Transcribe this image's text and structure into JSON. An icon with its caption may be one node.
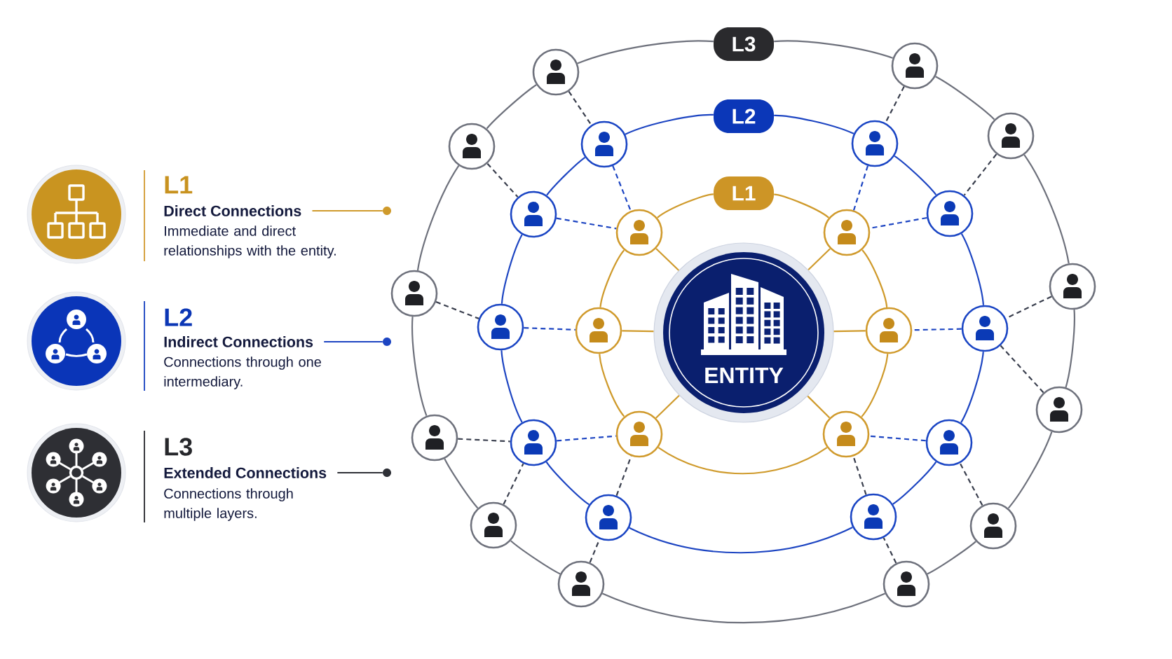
{
  "diagram": {
    "nodes": [
      {
        "text": [
          "L1",
          "Direct Connections",
          "Immediate and direct relationships with the entity."
        ]
      },
      {
        "text": [
          "L2",
          "Indirect Connections",
          "Connections through one intermediary."
        ]
      },
      {
        "text": [
          "L3",
          "Extended Connections",
          "Connections through multiple layers."
        ]
      },
      {
        "text": [],
        "shape": "circle"
      },
      {
        "text": [],
        "shape": "circle"
      },
      {
        "text": [],
        "shape": "circle"
      },
      {
        "text": [
          "ENTITY"
        ]
      },
      {
        "text": [
          "L1"
        ]
      },
      {
        "text": [],
        "shape": "person"
      },
      {
        "text": [],
        "shape": "person"
      },
      {
        "text": [],
        "shape": "person"
      },
      {
        "text": [],
        "shape": "person"
      },
      {
        "text": [],
        "shape": "person"
      },
      {
        "text": [],
        "shape": "person"
      },
      {
        "text": [
          "L2"
        ]
      },
      {
        "text": [],
        "shape": "person"
      },
      {
        "text": [],
        "shape": "person"
      },
      {
        "text": [],
        "shape": "person"
      },
      {
        "text": [],
        "shape": "person"
      },
      {
        "text": [],
        "shape": "person"
      },
      {
        "text": [],
        "shape": "person"
      },
      {
        "text": [],
        "shape": "person"
      },
      {
        "text": [],
        "shape": "person"
      },
      {
        "text": [],
        "shape": "person"
      },
      {
        "text": [],
        "shape": "person"
      },
      {
        "text": [
          "L3"
        ]
      },
      {
        "text": [],
        "shape": "person"
      },
      {
        "text": [],
        "shape": "person"
      },
      {
        "text": [],
        "shape": "person"
      },
      {
        "text": [],
        "shape": "person"
      },
      {
        "text": [],
        "shape": "person"
      },
      {
        "text": [],
        "shape": "person"
      },
      {
        "text": [],
        "shape": "person"
      },
      {
        "text": [],
        "shape": "person"
      },
      {
        "text": [],
        "shape": "person"
      },
      {
        "text": [],
        "shape": "person"
      },
      {
        "text": [],
        "shape": "person"
      },
      {
        "text": [],
        "shape": "person"
      }
    ],
    "edges": [
      {
        "from": 0,
        "to": 3,
        "arrow": "none",
        "color": "#cf9a2b"
      },
      {
        "from": 1,
        "to": 4,
        "arrow": "none"
      },
      {
        "from": 2,
        "to": 5,
        "arrow": "none",
        "color": "#2e3036"
      },
      {
        "from": 6,
        "to": 8,
        "arrow": "none",
        "color": "#cf9a2b"
      },
      {
        "from": 6,
        "to": 9,
        "arrow": "none",
        "color": "#cf9a2b"
      },
      {
        "from": 6,
        "to": 10,
        "arrow": "none",
        "color": "#cf9a2b"
      },
      {
        "from": 6,
        "to": 11,
        "arrow": "none",
        "color": "#cf9a2b"
      },
      {
        "from": 6,
        "to": 12,
        "arrow": "none",
        "color": "#cf9a2b"
      },
      {
        "from": 6,
        "to": 13,
        "arrow": "none",
        "color": "#cf9a2b"
      },
      {
        "from": 7,
        "to": 9,
        "arrow": "none",
        "color": "#cf9a2b"
      },
      {
        "from": 9,
        "to": 11,
        "arrow": "none",
        "color": "#cf9a2b"
      },
      {
        "from": 11,
        "to": 13,
        "arrow": "none",
        "color": "#cf9a2b"
      },
      {
        "from": 13,
        "to": 12,
        "arrow": "none",
        "color": "#cf9a2b"
      },
      {
        "from": 12,
        "to": 10,
        "arrow": "none",
        "color": "#cf9a2b"
      },
      {
        "from": 10,
        "to": 8,
        "arrow": "none",
        "color": "#cf9a2b"
      },
      {
        "from": 8,
        "to": 7,
        "arrow": "none",
        "color": "#cf9a2b"
      },
      {
        "from": 14,
        "to": 16,
        "arrow": "none"
      },
      {
        "from": 16,
        "to": 18,
        "arrow": "none"
      },
      {
        "from": 18,
        "to": 20,
        "arrow": "none"
      },
      {
        "from": 20,
        "to": 22,
        "arrow": "none"
      },
      {
        "from": 22,
        "to": 24,
        "arrow": "none"
      },
      {
        "from": 24,
        "to": 23,
        "arrow": "none"
      },
      {
        "from": 23,
        "to": 21,
        "arrow": "none"
      },
      {
        "from": 21,
        "to": 19,
        "arrow": "none"
      },
      {
        "from": 19,
        "to": 17,
        "arrow": "none"
      },
      {
        "from": 17,
        "to": 15,
        "arrow": "none"
      },
      {
        "from": 15,
        "to": 14,
        "arrow": "none"
      },
      {
        "from": 25,
        "to": 27,
        "arrow": "none",
        "color": "#6e717c"
      },
      {
        "from": 27,
        "to": 29,
        "arrow": "none",
        "color": "#6e717c"
      },
      {
        "from": 29,
        "to": 31,
        "arrow": "none",
        "color": "#6e717c"
      },
      {
        "from": 31,
        "to": 33,
        "arrow": "none",
        "color": "#6e717c"
      },
      {
        "from": 33,
        "to": 35,
        "arrow": "none",
        "color": "#6e717c"
      },
      {
        "from": 35,
        "to": 37,
        "arrow": "none",
        "color": "#6e717c"
      },
      {
        "from": 37,
        "to": 36,
        "arrow": "none",
        "color": "#6e717c"
      },
      {
        "from": 36,
        "to": 34,
        "arrow": "none",
        "color": "#6e717c"
      },
      {
        "from": 34,
        "to": 32,
        "arrow": "none",
        "color": "#6e717c"
      },
      {
        "from": 32,
        "to": 30,
        "arrow": "none",
        "color": "#6e717c"
      },
      {
        "from": 30,
        "to": 28,
        "arrow": "none",
        "color": "#6e717c"
      },
      {
        "from": 28,
        "to": 26,
        "arrow": "none",
        "color": "#6e717c"
      },
      {
        "from": 26,
        "to": 25,
        "arrow": "none",
        "color": "#6e717c"
      },
      {
        "from": 15,
        "to": 8,
        "arrow": "none",
        "style": "dashed"
      },
      {
        "from": 17,
        "to": 8,
        "arrow": "none",
        "style": "dashed"
      },
      {
        "from": 16,
        "to": 9,
        "arrow": "none",
        "style": "dashed"
      },
      {
        "from": 18,
        "to": 9,
        "arrow": "none",
        "style": "dashed"
      },
      {
        "from": 19,
        "to": 10,
        "arrow": "none",
        "style": "dashed"
      },
      {
        "from": 20,
        "to": 11,
        "arrow": "none",
        "style": "dashed"
      },
      {
        "from": 21,
        "to": 12,
        "arrow": "none",
        "style": "dashed"
      },
      {
        "from": 23,
        "to": 12,
        "arrow": "none",
        "style": "dashed",
        "color": "#3a3f4e"
      },
      {
        "from": 22,
        "to": 13,
        "arrow": "none",
        "style": "dashed"
      },
      {
        "from": 24,
        "to": 13,
        "arrow": "none",
        "style": "dashed",
        "color": "#3a3f4e"
      },
      {
        "from": 26,
        "to": 15,
        "arrow": "none",
        "style": "dashed",
        "color": "#3a3f4e"
      },
      {
        "from": 27,
        "to": 16,
        "arrow": "none",
        "style": "dashed",
        "color": "#3a3f4e"
      },
      {
        "from": 28,
        "to": 17,
        "arrow": "none",
        "style": "dashed",
        "color": "#3a3f4e"
      },
      {
        "from": 29,
        "to": 18,
        "arrow": "none",
        "style": "dashed",
        "color": "#3a3f4e"
      },
      {
        "from": 30,
        "to": 19,
        "arrow": "none",
        "style": "dashed",
        "color": "#3a3f4e"
      },
      {
        "from": 31,
        "to": 20,
        "arrow": "none",
        "style": "dashed",
        "color": "#3a3f4e"
      },
      {
        "from": 33,
        "to": 20,
        "arrow": "none",
        "style": "dashed",
        "color": "#3a3f4e"
      },
      {
        "from": 32,
        "to": 21,
        "arrow": "none",
        "style": "dashed",
        "color": "#3a3f4e"
      },
      {
        "from": 34,
        "to": 21,
        "arrow": "none",
        "style": "dashed",
        "color": "#3a3f4e"
      },
      {
        "from": 35,
        "to": 22,
        "arrow": "none",
        "style": "dashed",
        "color": "#3a3f4e"
      },
      {
        "from": 36,
        "to": 23,
        "arrow": "none",
        "style": "dashed",
        "color": "#3a3f4e"
      },
      {
        "from": 37,
        "to": 24,
        "arrow": "none",
        "style": "dashed",
        "color": "#3a3f4e"
      }
    ]
  }
}
